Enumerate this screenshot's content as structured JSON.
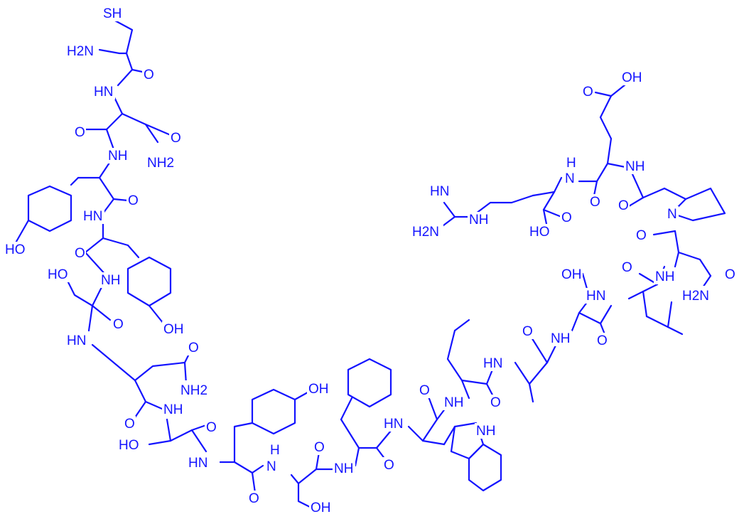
{
  "colors": {
    "structure": "#1414ff",
    "background": "#ffffff"
  },
  "labels": {
    "sh": "SH",
    "h2n_cys": "H2N",
    "o_cys": "O",
    "nh_asn1": "HN",
    "o_asn1": "O",
    "nh_asn1b": "NH",
    "o_asn1_side": "O",
    "nh2_asn1": "NH2",
    "o_tyr1": "O",
    "hn_tyr2": "HN",
    "ho_tyr1": "HO",
    "o_tyr2": "O",
    "nh_tyr2": "NH",
    "oh_tyr2": "OH",
    "ho_ser1": "HO",
    "o_ser1": "O",
    "hn_ser1": "HN",
    "o_asn2_side": "O",
    "nh2_asn2": "NH2",
    "o_asn2": "O",
    "nh_ser2": "NH",
    "ho_ser2": "HO",
    "o_ser2": "O",
    "hn_tyr3": "HN",
    "oh_tyr3": "OH",
    "o_tyr3": "O",
    "n_ser3": "N",
    "h_ser3": "H",
    "o_ser3": "O",
    "oh_ser3": "OH",
    "nh_phe": "NH",
    "o_phe": "O",
    "hn_trp": "HN",
    "nh_indole": "NH",
    "o_trp": "O",
    "nh_leu1": "NH",
    "o_leu1": "O",
    "hn_ala": "HN",
    "o_ala": "O",
    "nh_ser4": "NH",
    "oh_ser4": "OH",
    "o_ser4": "O",
    "hn_leu2": "HN",
    "o_leu2": "O",
    "nh_asn3": "NH",
    "o_asn3_side": "O",
    "h2n_asn3": "H2N",
    "o_pro": "O",
    "n_pro": "N",
    "o_pro2": "O",
    "nh_glu": "NH",
    "o_glu": "O",
    "oh_glu": "OH",
    "o_glu_c": "O",
    "nh_arg": "N",
    "h_arg": "H",
    "ho_arg": "HO",
    "o_arg": "O",
    "hn_guan": "HN",
    "h2n_guan": "H2N",
    "nh_guan": "NH"
  }
}
